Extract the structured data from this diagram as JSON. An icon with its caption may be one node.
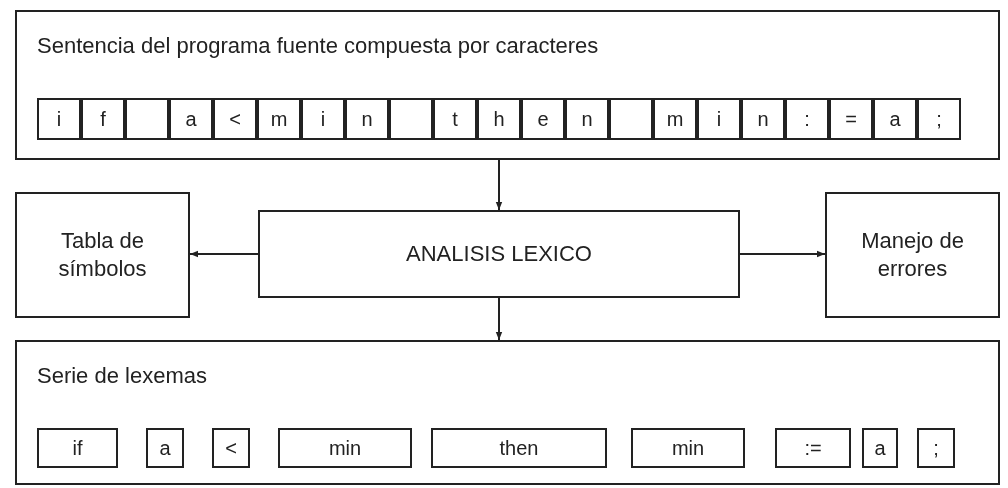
{
  "diagram": {
    "nodes": [
      {
        "text": [
          "Sentencia del programa fuente compuesta por caracteres"
        ]
      },
      {
        "text": [
          "i"
        ],
        "in": 0
      },
      {
        "text": [
          "f"
        ],
        "in": 0
      },
      {
        "text": [],
        "shape": "box",
        "in": 0
      },
      {
        "text": [
          "a"
        ],
        "in": 0
      },
      {
        "text": [
          "<"
        ],
        "in": 0
      },
      {
        "text": [
          "m"
        ],
        "in": 0
      },
      {
        "text": [
          "i"
        ],
        "in": 0
      },
      {
        "text": [
          "n"
        ],
        "in": 0
      },
      {
        "text": [],
        "shape": "box",
        "in": 0
      },
      {
        "text": [
          "t"
        ],
        "in": 0
      },
      {
        "text": [
          "h"
        ],
        "in": 0
      },
      {
        "text": [
          "e"
        ],
        "in": 0
      },
      {
        "text": [
          "n"
        ],
        "in": 0
      },
      {
        "text": [],
        "shape": "box",
        "in": 0
      },
      {
        "text": [
          "m"
        ],
        "in": 0
      },
      {
        "text": [
          "i"
        ],
        "in": 0
      },
      {
        "text": [
          "n"
        ],
        "in": 0
      },
      {
        "text": [
          ":"
        ],
        "in": 0
      },
      {
        "text": [
          "="
        ],
        "in": 0
      },
      {
        "text": [
          "a"
        ],
        "in": 0
      },
      {
        "text": [
          ";"
        ],
        "in": 0
      },
      {
        "text": [
          "Tabla de símbolos"
        ]
      },
      {
        "text": [
          "ANALISIS LEXICO"
        ]
      },
      {
        "text": [
          "Manejo de errores"
        ]
      },
      {
        "text": [
          "Serie de lexemas"
        ]
      },
      {
        "text": [
          "if"
        ],
        "in": 25
      },
      {
        "text": [
          "a"
        ],
        "in": 25
      },
      {
        "text": [
          "<"
        ],
        "in": 25
      },
      {
        "text": [
          "min"
        ],
        "in": 25
      },
      {
        "text": [
          "then"
        ],
        "in": 25
      },
      {
        "text": [
          "min"
        ],
        "in": 25
      },
      {
        "text": [
          ":="
        ],
        "in": 25
      },
      {
        "text": [
          "a"
        ],
        "in": 25
      },
      {
        "text": [
          ";"
        ],
        "in": 25
      }
    ],
    "edges": [
      {
        "from": 0,
        "to": 23,
        "arrow": "to"
      },
      {
        "from": 23,
        "to": 22,
        "arrow": "to"
      },
      {
        "from": 23,
        "to": 24,
        "arrow": "to"
      },
      {
        "from": 23,
        "to": 25,
        "arrow": "to"
      }
    ]
  }
}
